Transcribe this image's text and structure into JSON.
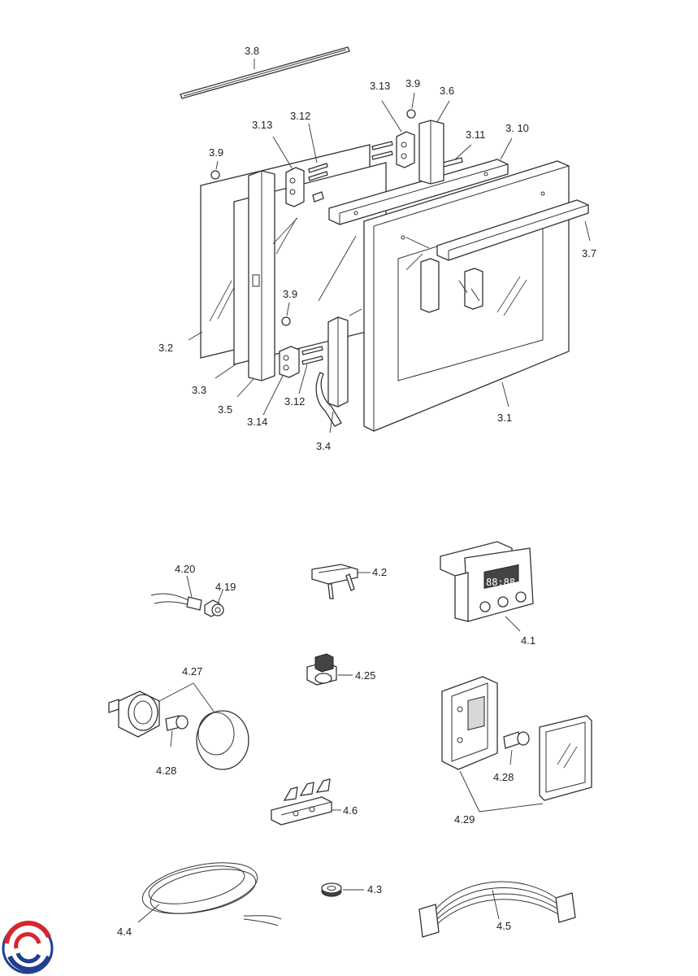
{
  "labels": {
    "l3_8": "3.8",
    "l3_13a": "3.13",
    "l3_9a": "3.9",
    "l3_6": "3.6",
    "l3_13b": "3.13",
    "l3_12a": "3.12",
    "l3_11": "3.11",
    "l3_10": "3. 10",
    "l3_9b": "3.9",
    "l3_7": "3.7",
    "l3_9c": "3.9",
    "l3_2": "3.2",
    "l3_3": "3.3",
    "l3_5": "3.5",
    "l3_14": "3.14",
    "l3_12b": "3.12",
    "l3_4": "3.4",
    "l3_1": "3.1",
    "l4_20": "4.20",
    "l4_19": "4.19",
    "l4_2": "4.2",
    "l4_1": "4.1",
    "l4_27": "4.27",
    "l4_25": "4.25",
    "l4_28a": "4.28",
    "l4_28b": "4.28",
    "l4_29": "4.29",
    "l4_6": "4.6",
    "l4_4": "4.4",
    "l4_3": "4.3",
    "l4_5": "4.5"
  },
  "timer_display": "88:88",
  "colors": {
    "logo_red": "#d7262e",
    "logo_blue": "#1f3f8f",
    "line": "#333333"
  }
}
